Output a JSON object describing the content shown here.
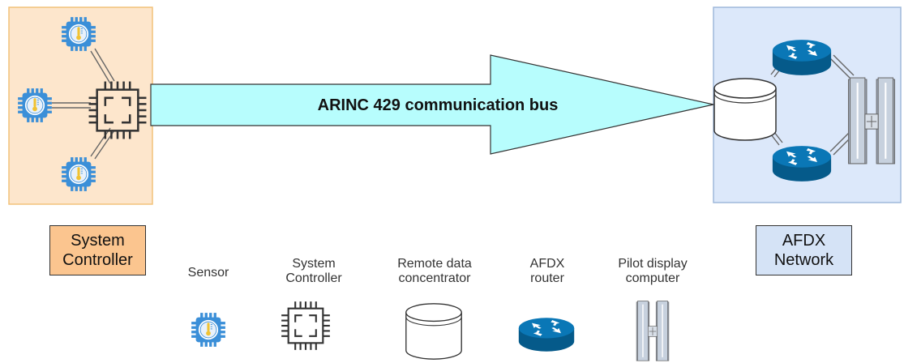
{
  "bus_label": "ARINC 429 communication bus",
  "system_controller_label": {
    "line1": "System",
    "line2": "Controller"
  },
  "afdx_network_label": {
    "line1": "AFDX",
    "line2": "Network"
  },
  "legend": [
    {
      "line1": "Sensor",
      "line2": "",
      "icon": "sensor-icon"
    },
    {
      "line1": "System",
      "line2": "Controller",
      "icon": "chip-icon"
    },
    {
      "line1": "Remote data",
      "line2": "concentrator",
      "icon": "database-icon"
    },
    {
      "line1": "AFDX",
      "line2": "router",
      "icon": "router-icon"
    },
    {
      "line1": "Pilot display",
      "line2": "computer",
      "icon": "display-computer-icon"
    }
  ],
  "colors": {
    "controller_bg": "#fde6cc",
    "controller_border": "#f2c27a",
    "network_bg": "#dce8fa",
    "network_border": "#9fb8db",
    "arrow_fill": "#b7fdfd",
    "router_blue": "#0a6ea8",
    "sensor_blue": "#3b8fd8",
    "sensor_yellow": "#f1c232",
    "controller_label_bg": "#fbc58f",
    "network_label_bg": "#d5e3f6"
  }
}
